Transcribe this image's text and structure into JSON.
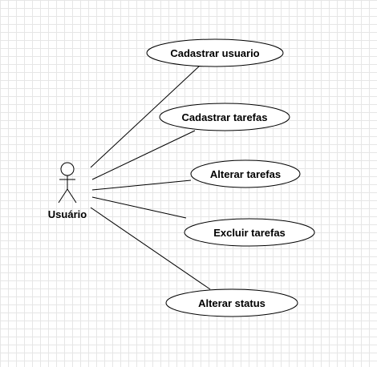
{
  "actor": {
    "label": "Usuário"
  },
  "use_cases": [
    {
      "label": "Cadastrar usuario"
    },
    {
      "label": "Cadastrar tarefas"
    },
    {
      "label": "Alterar tarefas"
    },
    {
      "label": "Excluir tarefas"
    },
    {
      "label": "Alterar status"
    }
  ]
}
